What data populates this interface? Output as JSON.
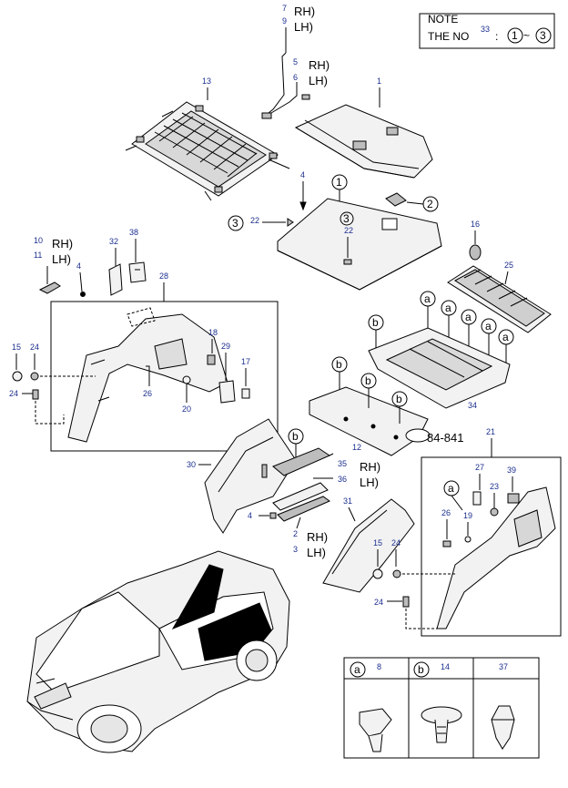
{
  "note": {
    "title": "NOTE",
    "text": "THE NO",
    "sup": "33",
    "range_start": "1",
    "range_sep": "~",
    "range_end": "3"
  },
  "sides": {
    "rh": "RH)",
    "lh": "LH)"
  },
  "ref_code": "84-841",
  "circle_labels": {
    "a": "a",
    "b": "b",
    "c1": "1",
    "c2": "2",
    "c3": "3"
  },
  "part_numbers": {
    "n1": "1",
    "n2": "2",
    "n3": "3",
    "n4": "4",
    "n5": "5",
    "n6": "6",
    "n7": "7",
    "n8": "8",
    "n9": "9",
    "n10": "10",
    "n11": "11",
    "n12": "12",
    "n13": "13",
    "n14": "14",
    "n15": "15",
    "n16": "16",
    "n17": "17",
    "n18": "18",
    "n19": "19",
    "n20": "20",
    "n21": "21",
    "n22": "22",
    "n23": "23",
    "n24": "24",
    "n25": "25",
    "n26": "26",
    "n27": "27",
    "n28": "28",
    "n29": "29",
    "n30": "30",
    "n31": "31",
    "n32": "32",
    "n33": "33",
    "n34": "34",
    "n35": "35",
    "n36": "36",
    "n37": "37",
    "n38": "38",
    "n39": "39"
  },
  "legend": {
    "col_a_num": "8",
    "col_b_num": "14",
    "col_c_num": "37"
  },
  "colors": {
    "part_number": "#1c2f8f",
    "line": "#000000"
  }
}
